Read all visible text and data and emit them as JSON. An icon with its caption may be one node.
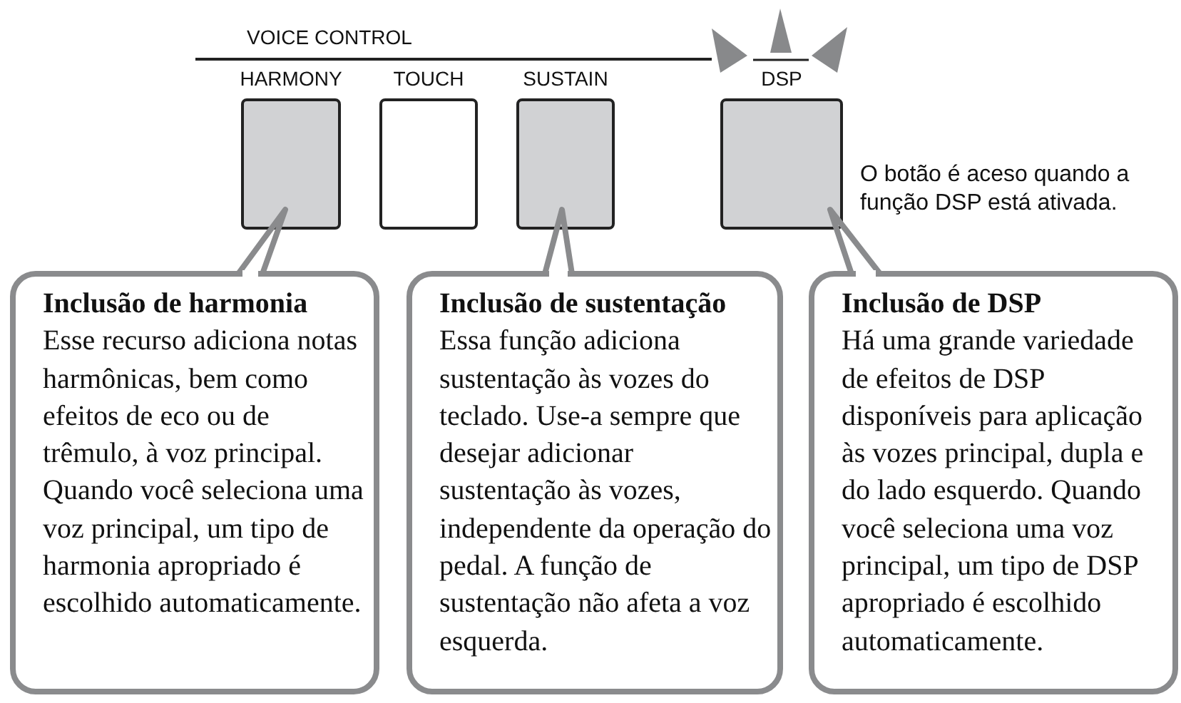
{
  "diagram": {
    "nodes": [
      {
        "text": [
          "HARMONY"
        ]
      },
      {
        "text": [
          "TOUCH"
        ]
      },
      {
        "text": [
          "SUSTAIN"
        ]
      },
      {
        "text": [
          "DSP"
        ],
        "beside": [
          "O botão é aceso quando a função DSP está ativada."
        ]
      },
      {
        "text": [
          "Inclusão de harmonia",
          "Esse recurso adiciona notas harmônicas, bem como efeitos de eco ou de trêmulo, à voz principal. Quando você seleciona uma voz principal, um tipo de harmonia apropriado é escolhido automaticamente."
        ]
      },
      {
        "text": [
          "Inclusão de sustentação",
          "Essa função adiciona sustentação às vozes do teclado. Use-a sempre que desejar adicionar sustentação às vozes, independente da operação do pedal. A função de sustentação não afeta a voz esquerda."
        ]
      },
      {
        "text": [
          "Inclusão de DSP",
          "Há uma grande variedade de efeitos de DSP disponíveis para aplicação às vozes principal, dupla e do lado esquerdo. Quando você seleciona uma voz principal, um tipo de DSP apropriado é escolhido automaticamente."
        ]
      }
    ],
    "edges": [
      {
        "from": 4,
        "to": 0,
        "arrow": "none"
      },
      {
        "from": 5,
        "to": 2,
        "arrow": "none"
      },
      {
        "from": 6,
        "to": 3,
        "arrow": "none"
      }
    ],
    "labels": [
      "VOICE CONTROL"
    ]
  }
}
